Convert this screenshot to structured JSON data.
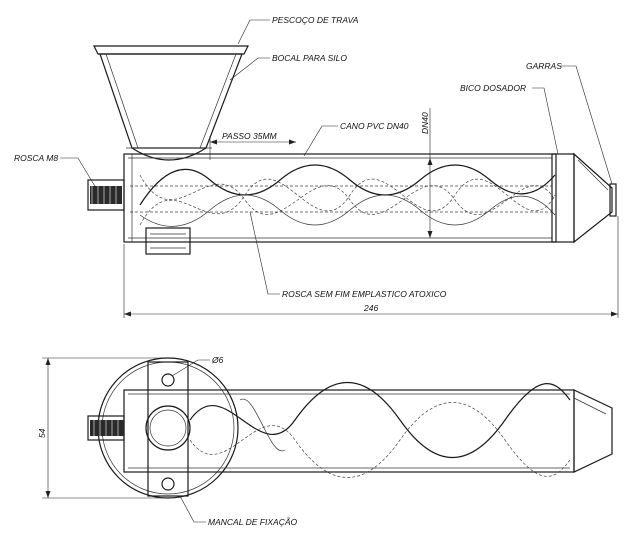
{
  "labels": {
    "pescoco": "PESCOÇO DE TRAVA",
    "bocal": "BOCAL PARA SILO",
    "garras": "GARRAS",
    "bico": "BICO DOSADOR",
    "cano": "CANO PVC DN40",
    "passo": "PASSO 35MM",
    "dn40": "DN40",
    "rosca_m8": "ROSCA M8",
    "rosca_sem_fim": "ROSCA SEM FIM EMPLASTICO ATOXICO",
    "comprimento": "246",
    "furo": "Ø6",
    "altura": "54",
    "mancal": "MANCAL DE FIXAÇÃO"
  }
}
